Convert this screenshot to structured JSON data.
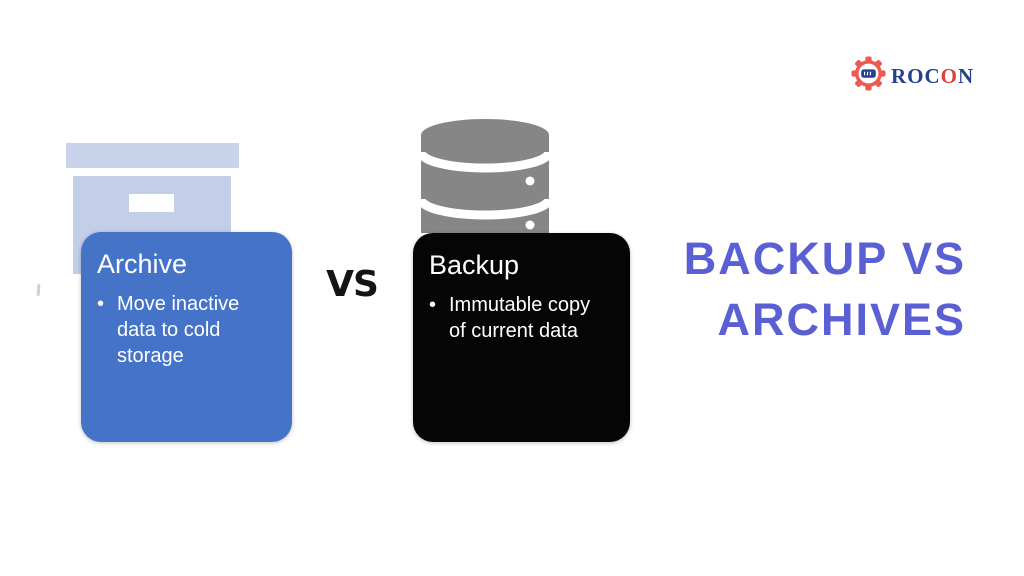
{
  "brand": {
    "name_part1": "ROC",
    "name_part2": "O",
    "name_part3": "N",
    "navy_color": "#24418f",
    "red_color": "#e2403a",
    "gear_color": "#ee5a52"
  },
  "headline": {
    "line1": "BACKUP VS",
    "line2": "ARCHIVES",
    "color": "#5b5fd4"
  },
  "vs_label": "VS",
  "cards": {
    "archive": {
      "title": "Archive",
      "bullet_char": "•",
      "bullet_text": "Move inactive data to cold storage",
      "bg_color": "#4573c7",
      "text_color": "#ffffff"
    },
    "backup": {
      "title": "Backup",
      "bullet_char": "•",
      "bullet_text": "Immutable copy of current data",
      "bg_color": "#050505",
      "text_color": "#ffffff"
    }
  },
  "icons": {
    "archive_box_color": "#c3cee9",
    "database_color": "#868686"
  }
}
